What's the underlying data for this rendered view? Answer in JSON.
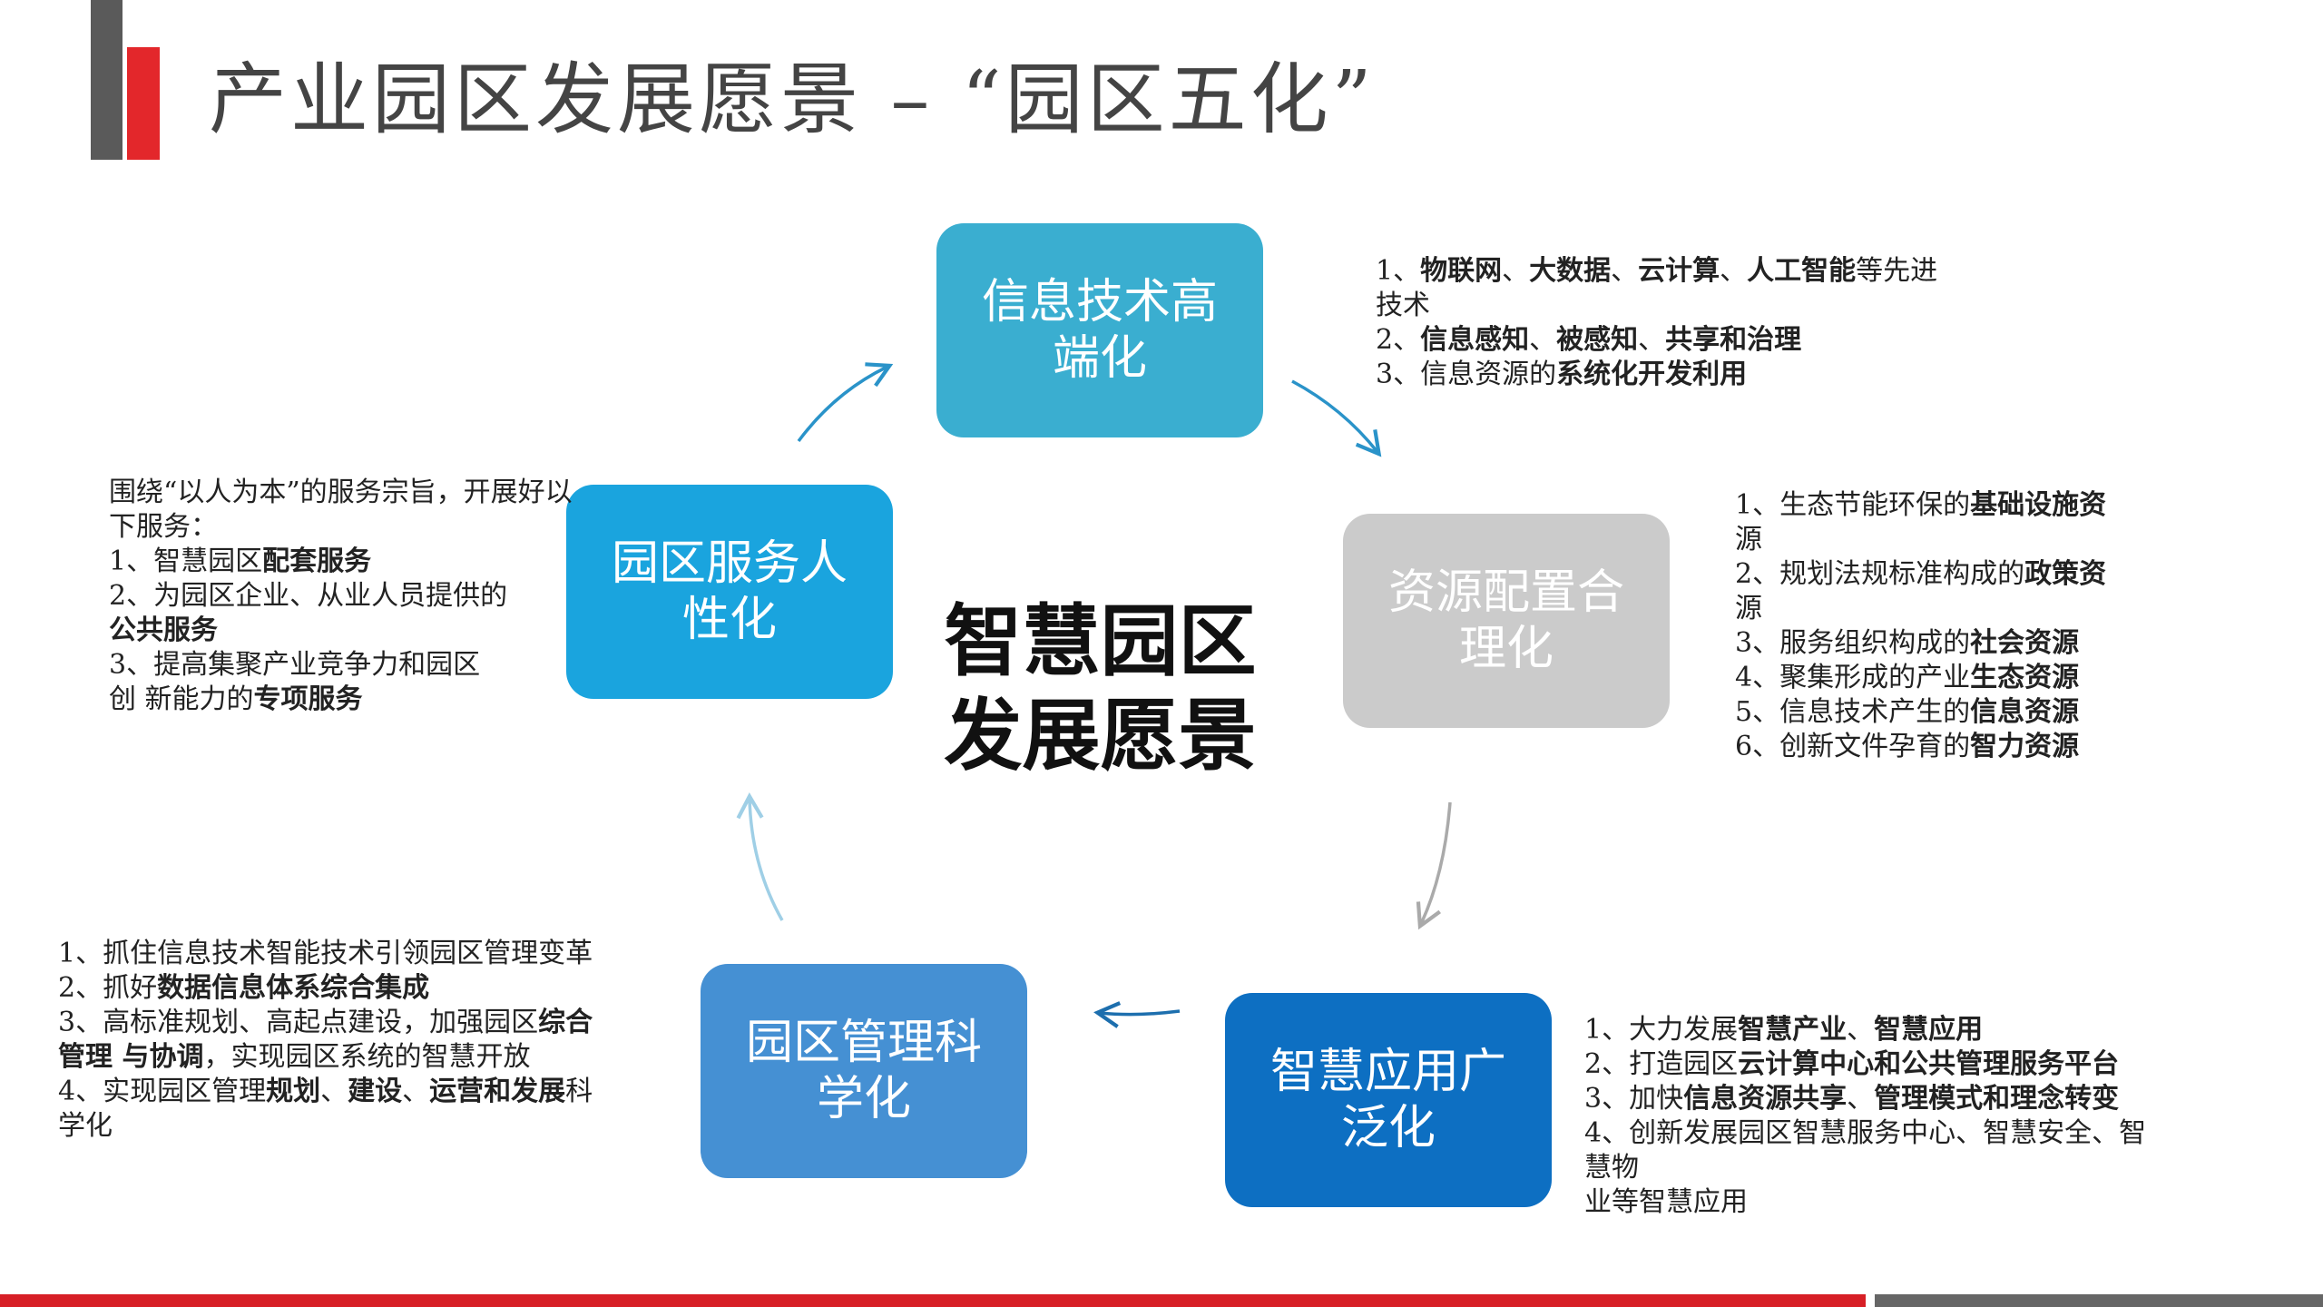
{
  "title": "产业园区发展愿景 – “园区五化”",
  "center": {
    "line1": "智慧园区",
    "line2": "发展愿景"
  },
  "colors": {
    "accent_red": "#e3272b",
    "dark_gray": "#5a5a5a",
    "box_info": "#3aaed0",
    "box_resource": "#cbcbcb",
    "box_smart": "#0d6fc2",
    "box_manage": "#4590d3",
    "box_service": "#1aa4de"
  },
  "nodes": {
    "info": {
      "line1": "信息技术高",
      "line2": "端化"
    },
    "resource": {
      "line1": "资源配置合",
      "line2": "理化"
    },
    "smart": {
      "line1": "智慧应用广",
      "line2": "泛化"
    },
    "manage": {
      "line1": "园区管理科",
      "line2": "学化"
    },
    "service": {
      "line1": "园区服务人",
      "line2": "性化"
    }
  },
  "notes": {
    "info": {
      "l1": {
        "pre": "1、",
        "b1": "物联网",
        "s1": "、",
        "b2": "大数据",
        "s2": "、",
        "b3": "云计算",
        "s3": "、",
        "b4": "人工智能",
        "post": "等先进"
      },
      "l2": "技术",
      "l3": {
        "pre": "2、",
        "b1": "信息感知",
        "s1": "、",
        "b2": "被感知",
        "s2": "、",
        "b3": "共享和治理"
      },
      "l4": {
        "pre": "3、信息资源的",
        "b1": "系统化开发利用"
      }
    },
    "resource": {
      "l1": {
        "pre": "1、生态节能环保的",
        "b1": "基础设施资"
      },
      "l2": "源",
      "l3": {
        "pre": "2、规划法规标准构成的",
        "b1": "政策资"
      },
      "l4": "源",
      "l5": {
        "pre": "3、服务组织构成的",
        "b1": "社会资源"
      },
      "l6": {
        "pre": "4、聚集形成的产业",
        "b1": "生态资源"
      },
      "l7": {
        "pre": "5、信息技术产生的",
        "b1": "信息资源"
      },
      "l8": {
        "pre": "6、创新文件孕育的",
        "b1": "智力资源"
      }
    },
    "smart": {
      "l1": {
        "pre": "1、大力发展",
        "b1": "智慧产业",
        "s1": "、",
        "b2": "智慧应用"
      },
      "l2": {
        "pre": "2、打造园区",
        "b1": "云计算中心和公共管理服务平台"
      },
      "l3": {
        "pre": "3、加快",
        "b1": "信息资源共享",
        "s1": "、",
        "b2": "管理模式和理念转变"
      },
      "l4": "4、创新发展园区智慧服务中心、智慧安全、智",
      "l5": "慧物",
      "l6": "业等智慧应用"
    },
    "manage": {
      "l1": "1、抓住信息技术智能技术引领园区管理变革",
      "l2": {
        "pre": "2、抓好",
        "b1": "数据信息体系综合集成"
      },
      "l3": {
        "pre": "3、高标准规划、高起点建设，加强园区",
        "b1": "综合"
      },
      "l4": {
        "b1": "管理 与协调",
        "post": "，实现园区系统的智慧开放"
      },
      "l5": {
        "pre": "4、实现园区管理",
        "b1": "规划",
        "s1": "、",
        "b2": "建设",
        "s2": "、",
        "b3": "运营和发展",
        "post": "科"
      },
      "l6": "学化"
    },
    "service": {
      "l1": "围绕“以人为本”的服务宗旨，开展好以",
      "l2": "下服务：",
      "l3": {
        "pre": "1、智慧园区",
        "b1": "配套服务"
      },
      "l4": "2、为园区企业、从业人员提供的",
      "l5": {
        "b1": "公共服务"
      },
      "l6": "3、提高集聚产业竞争力和园区",
      "l7": {
        "pre": "创 新能力的",
        "b1": "专项服务"
      }
    }
  }
}
